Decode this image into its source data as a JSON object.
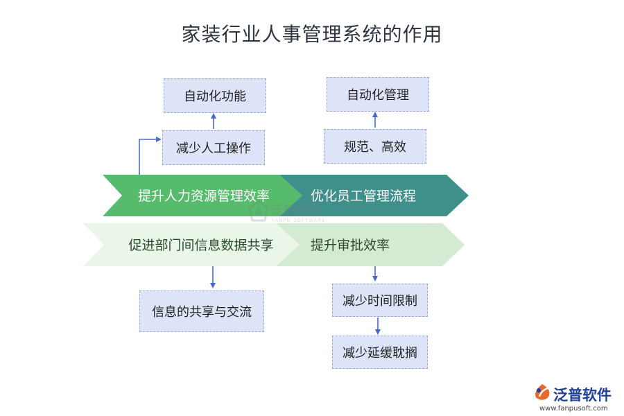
{
  "title": "家装行业人事管理系统的作用",
  "chevrons": {
    "top_left": "提升人力资源管理效率",
    "top_right": "优化员工管理流程",
    "bottom_left": "促进部门间信息数据共享",
    "bottom_right": "提升审批效率"
  },
  "boxes": {
    "auto_function": "自动化功能",
    "reduce_manual": "减少人工操作",
    "auto_management": "自动化管理",
    "standard_efficient": "规范、高效",
    "info_sharing": "信息的共享与交流",
    "reduce_time": "减少时间限制",
    "reduce_delay": "减少延缓耽搁"
  },
  "watermark": {
    "name": "泛普软件",
    "sub": "FANPU SOFTWARE"
  },
  "logo": {
    "name": "泛普软件",
    "url": "www.fanpusoft.com"
  },
  "colors": {
    "chevron_green": "#57bb6c",
    "chevron_teal": "#3f8f8b",
    "chevron_light": "#eaf6e8",
    "chevron_light2": "#d4ead3",
    "box_fill": "#dde4f7",
    "arrow": "#4a68c8"
  }
}
